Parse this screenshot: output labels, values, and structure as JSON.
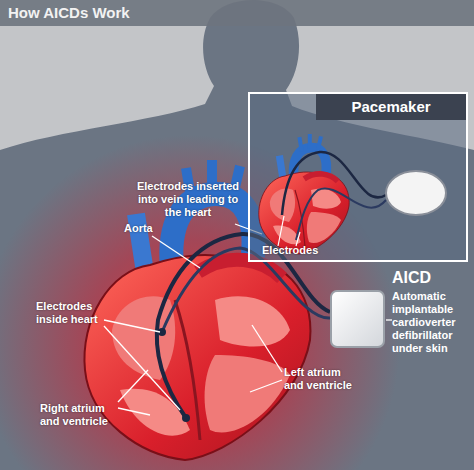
{
  "diagram": {
    "title": "How AICDs Work",
    "nodes": [
      {
        "text": [
          "Pacemaker"
        ]
      },
      {
        "text": [
          "AICD",
          "Automatic implantable cardioverter defibrillator under skin"
        ]
      }
    ],
    "labels": [
      "Electrodes",
      "Electrodes inserted into vein leading to the heart",
      "Aorta",
      "Electrodes inside heart",
      "Left atrium and ventricle",
      "Right atrium and ventricle"
    ]
  }
}
